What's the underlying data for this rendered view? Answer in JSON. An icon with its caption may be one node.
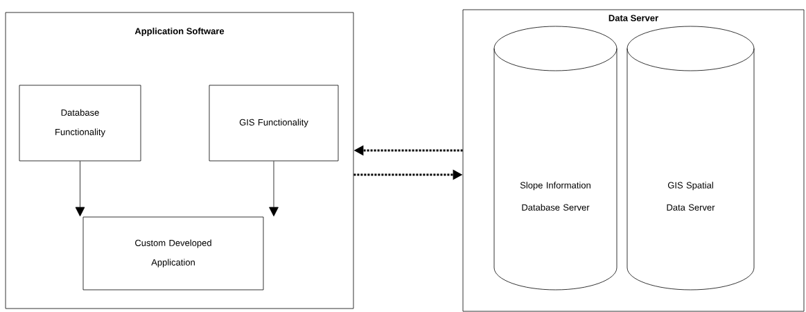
{
  "diagram": {
    "nodes": [
      {
        "text": [
          "Application Software"
        ]
      },
      {
        "text": [
          "Database Functionality"
        ],
        "in": 0
      },
      {
        "text": [
          "GIS Functionality"
        ],
        "in": 0
      },
      {
        "text": [
          "Custom Developed Application"
        ],
        "in": 0
      },
      {
        "text": [
          "Data Server"
        ]
      },
      {
        "text": [
          "Slope Information Database Server"
        ],
        "in": 4
      },
      {
        "text": [
          "GIS Spatial Data Server"
        ],
        "in": 4
      }
    ],
    "edges": [
      {
        "from": 1,
        "to": 3,
        "arrow": "to"
      },
      {
        "from": 2,
        "to": 3,
        "arrow": "to"
      },
      {
        "from": 4,
        "to": 0,
        "arrow": "to",
        "style": "dashed"
      },
      {
        "from": 0,
        "to": 4,
        "arrow": "to",
        "style": "dashed"
      }
    ]
  }
}
